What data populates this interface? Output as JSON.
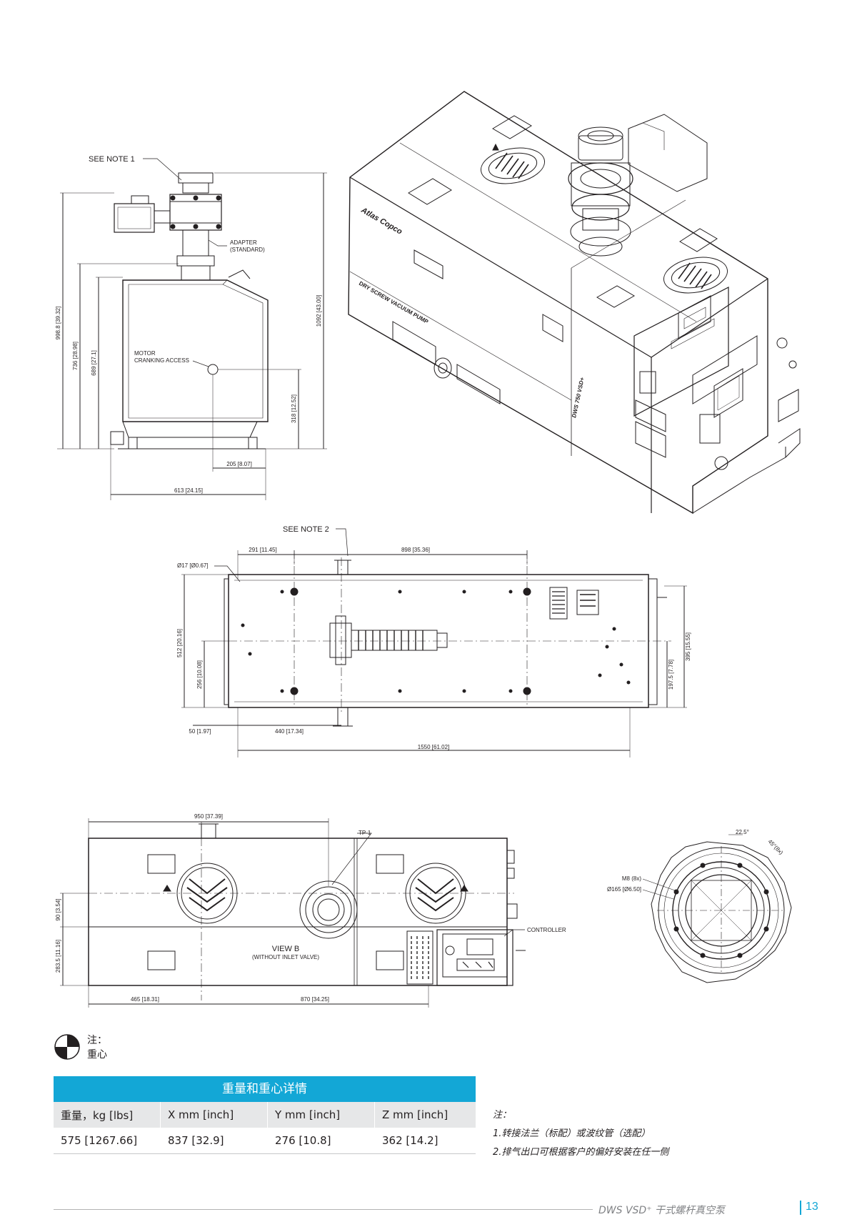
{
  "side_view": {
    "see_note_1": "SEE NOTE 1",
    "adapter_line1": "ADAPTER",
    "adapter_line2": "(STANDARD)",
    "motor_line1": "MOTOR",
    "motor_line2": "CRANKING ACCESS",
    "dim_998": "998.8 [39.32]",
    "dim_736": "736 [28.98]",
    "dim_689": "689 [27.1]",
    "dim_1092": "1092 [43.00]",
    "dim_318": "318 [12.52]",
    "dim_205": "205 [8.07]",
    "dim_613": "613 [24.15]"
  },
  "iso_view": {
    "brand": "Atlas Copco",
    "side_text": "DRY SCREW VACUUM PUMP",
    "model": "DWS 750 VSD+"
  },
  "top_view": {
    "see_note_2": "SEE NOTE 2",
    "dim_291": "291 [11.45]",
    "dim_898": "898 [35.36]",
    "dim_d17": "Ø17 [Ø0.67]",
    "dim_512": "512 [20.16]",
    "dim_256": "256 [10.08]",
    "dim_395": "395 [15.55]",
    "dim_197": "197.5 [7.78]",
    "dim_50": "50 [1.97]",
    "dim_440": "440 [17.34]",
    "dim_1550": "1550 [61.02]"
  },
  "front_view": {
    "dim_950": "950 [37.39]",
    "tp1": "TP-1",
    "dim_90": "90 [3.54]",
    "dim_283": "283.5 [11.16]",
    "view_b": "VIEW B",
    "view_b_sub": "(WITHOUT INLET VALVE)",
    "controller": "CONTROLLER",
    "dim_465": "465 [18.31]",
    "dim_870": "870 [34.25]"
  },
  "flange_view": {
    "angle_22": "22.5°",
    "angle_45": "45°(8x)",
    "m8": "M8 (8x)",
    "d165": "Ø165 [Ø6.50]"
  },
  "legend": {
    "note_label": "注：",
    "cog_label": "重心"
  },
  "weight_table": {
    "title": "重量和重心详情",
    "headers": [
      "重量，kg [lbs]",
      "X mm [inch]",
      "Y mm [inch]",
      "Z mm [inch]"
    ],
    "rows": [
      [
        "575 [1267.66]",
        "837 [32.9]",
        "276 [10.8]",
        "362 [14.2]"
      ]
    ]
  },
  "notes": {
    "title": "注：",
    "items": [
      "1.转接法兰（标配）或波纹管（选配）",
      "2.排气出口可根据客户的偏好安装在任一侧"
    ]
  },
  "footer": {
    "title": "DWS VSD⁺  干式螺杆真空泵",
    "page": "13"
  }
}
